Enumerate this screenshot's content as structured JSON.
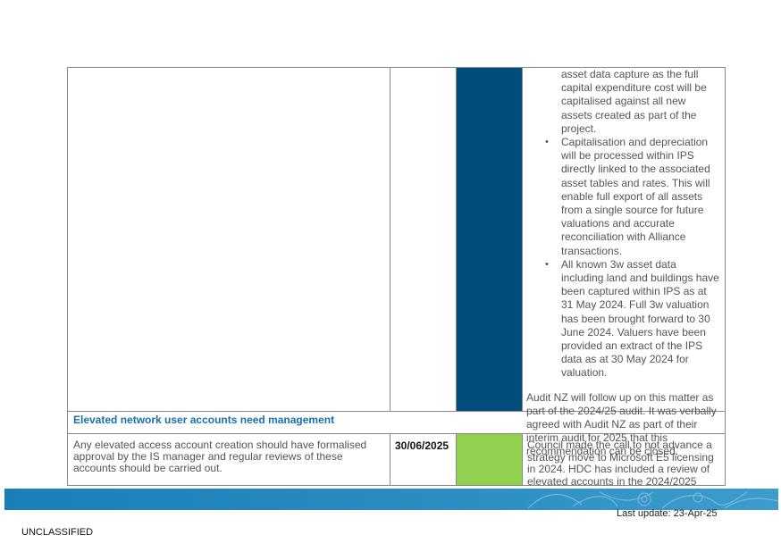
{
  "table": {
    "continuation_bullets": [
      {
        "bullet": false,
        "text": "asset data capture as the full capital expenditure cost will be capitalised against all new assets created as part of the project."
      },
      {
        "bullet": true,
        "text": "Capitalisation and depreciation will be processed within IPS directly linked to the associated asset tables and rates. This will enable full export of all assets from a single source for future valuations and accurate reconciliation with Alliance transactions."
      },
      {
        "bullet": true,
        "text": "All known 3w asset data including land and buildings have been captured within IPS as at 31 May 2024. Full 3w valuation has been brought forward to 30 June 2024. Valuers have been provided an extract of the IPS data as at 30 May 2024 for valuation."
      }
    ],
    "continuation_after": "Audit NZ will follow up on this matter as part of the 2024/25 audit. It was verbally agreed with Audit NZ as part of their interim audit for 2025 that this recommendation can be closed.",
    "section_title": "Elevated network user accounts need management",
    "recommendation": "Any elevated access account creation should have formalised approval by the IS manager and regular reviews of these accounts should be carried out.",
    "date": "30/06/2025",
    "status_color": "#92d050",
    "response": "Council made the call to not advance a strategy move to Microsoft E5 licensing in 2024. HDC has included a review of elevated accounts in the 2024/2025"
  },
  "footer": {
    "last_update": "Last update: 23-Apr-25",
    "classification": "UNCLASSIFIED"
  }
}
